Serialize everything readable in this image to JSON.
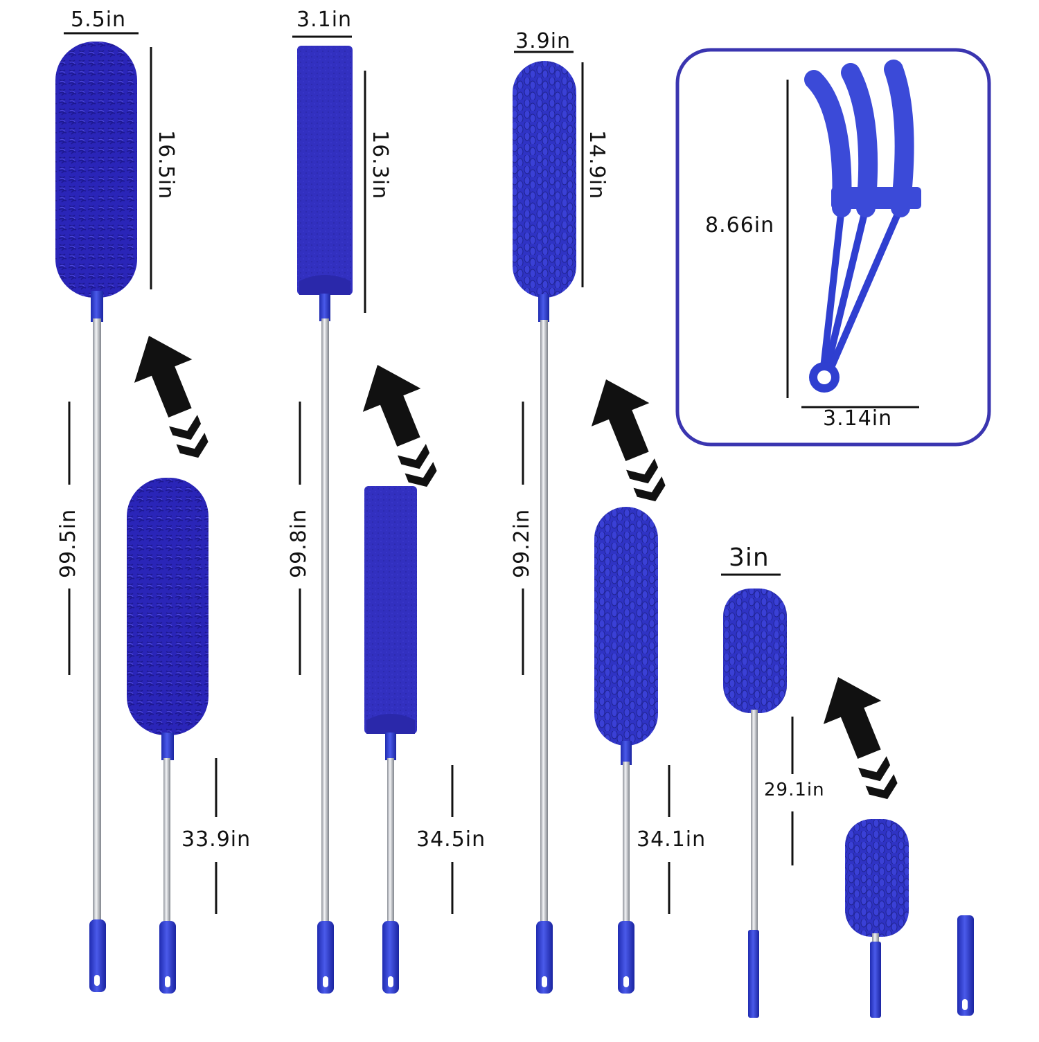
{
  "colors": {
    "microfiber": "#2a25b8",
    "microfiber_dark": "#1d1890",
    "chenille": "#2f33c4",
    "rod": "#c9ccd2",
    "handle": "#2f3fd0",
    "arrow": "#111111",
    "frame": "#3a35b0"
  },
  "labels": {
    "duster1_width": "5.5in",
    "duster1_head": "16.5in",
    "duster1_full": "99.5in",
    "duster1_short": "33.9in",
    "duster2_width": "3.1in",
    "duster2_head": "16.3in",
    "duster2_full": "99.8in",
    "duster2_short": "34.5in",
    "duster3_width": "3.9in",
    "duster3_head": "14.9in",
    "duster3_full": "99.2in",
    "duster3_short": "34.1in",
    "duster4_width": "3in",
    "duster4_length": "29.1in",
    "blind_height": "8.66in",
    "blind_width": "3.14in"
  },
  "icons": [
    "up-arrow-icon",
    "chevron-icon"
  ]
}
